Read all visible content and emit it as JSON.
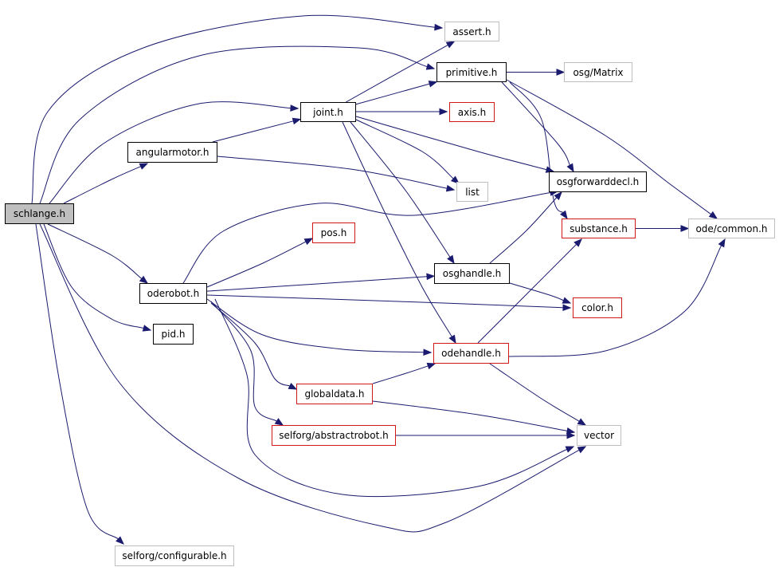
{
  "nodes": {
    "schlange": {
      "label": "schlange.h",
      "style": "root"
    },
    "assert": {
      "label": "assert.h",
      "style": "gray"
    },
    "primitive": {
      "label": "primitive.h",
      "style": "black"
    },
    "osg_matrix": {
      "label": "osg/Matrix",
      "style": "gray"
    },
    "joint": {
      "label": "joint.h",
      "style": "black"
    },
    "axis": {
      "label": "axis.h",
      "style": "red"
    },
    "angularmotor": {
      "label": "angularmotor.h",
      "style": "black"
    },
    "list": {
      "label": "list",
      "style": "gray"
    },
    "osgforwarddecl": {
      "label": "osgforwarddecl.h",
      "style": "black"
    },
    "substance": {
      "label": "substance.h",
      "style": "red"
    },
    "ode_common": {
      "label": "ode/common.h",
      "style": "gray"
    },
    "pos": {
      "label": "pos.h",
      "style": "red"
    },
    "osghandle": {
      "label": "osghandle.h",
      "style": "black"
    },
    "oderobot": {
      "label": "oderobot.h",
      "style": "black"
    },
    "color": {
      "label": "color.h",
      "style": "red"
    },
    "pid": {
      "label": "pid.h",
      "style": "black"
    },
    "odehandle": {
      "label": "odehandle.h",
      "style": "red"
    },
    "globaldata": {
      "label": "globaldata.h",
      "style": "red"
    },
    "abstractrobot": {
      "label": "selforg/abstractrobot.h",
      "style": "red"
    },
    "vector": {
      "label": "vector",
      "style": "gray"
    },
    "configurable": {
      "label": "selforg/configurable.h",
      "style": "gray"
    }
  },
  "edges": [
    [
      "schlange",
      "assert"
    ],
    [
      "schlange",
      "primitive"
    ],
    [
      "schlange",
      "joint"
    ],
    [
      "schlange",
      "angularmotor"
    ],
    [
      "schlange",
      "oderobot"
    ],
    [
      "schlange",
      "pid"
    ],
    [
      "schlange",
      "vector"
    ],
    [
      "schlange",
      "configurable"
    ],
    [
      "primitive",
      "osg_matrix"
    ],
    [
      "primitive",
      "osgforwarddecl"
    ],
    [
      "primitive",
      "substance"
    ],
    [
      "primitive",
      "ode_common"
    ],
    [
      "joint",
      "assert"
    ],
    [
      "joint",
      "primitive"
    ],
    [
      "joint",
      "axis"
    ],
    [
      "joint",
      "list"
    ],
    [
      "joint",
      "osgforwarddecl"
    ],
    [
      "joint",
      "osghandle"
    ],
    [
      "joint",
      "odehandle"
    ],
    [
      "angularmotor",
      "joint"
    ],
    [
      "angularmotor",
      "list"
    ],
    [
      "substance",
      "ode_common"
    ],
    [
      "osghandle",
      "osgforwarddecl"
    ],
    [
      "osghandle",
      "color"
    ],
    [
      "oderobot",
      "osgforwarddecl"
    ],
    [
      "oderobot",
      "pos"
    ],
    [
      "oderobot",
      "osghandle"
    ],
    [
      "oderobot",
      "color"
    ],
    [
      "oderobot",
      "odehandle"
    ],
    [
      "oderobot",
      "globaldata"
    ],
    [
      "oderobot",
      "abstractrobot"
    ],
    [
      "oderobot",
      "vector"
    ],
    [
      "odehandle",
      "substance"
    ],
    [
      "odehandle",
      "ode_common"
    ],
    [
      "odehandle",
      "vector"
    ],
    [
      "globaldata",
      "odehandle"
    ],
    [
      "globaldata",
      "vector"
    ],
    [
      "abstractrobot",
      "vector"
    ]
  ]
}
